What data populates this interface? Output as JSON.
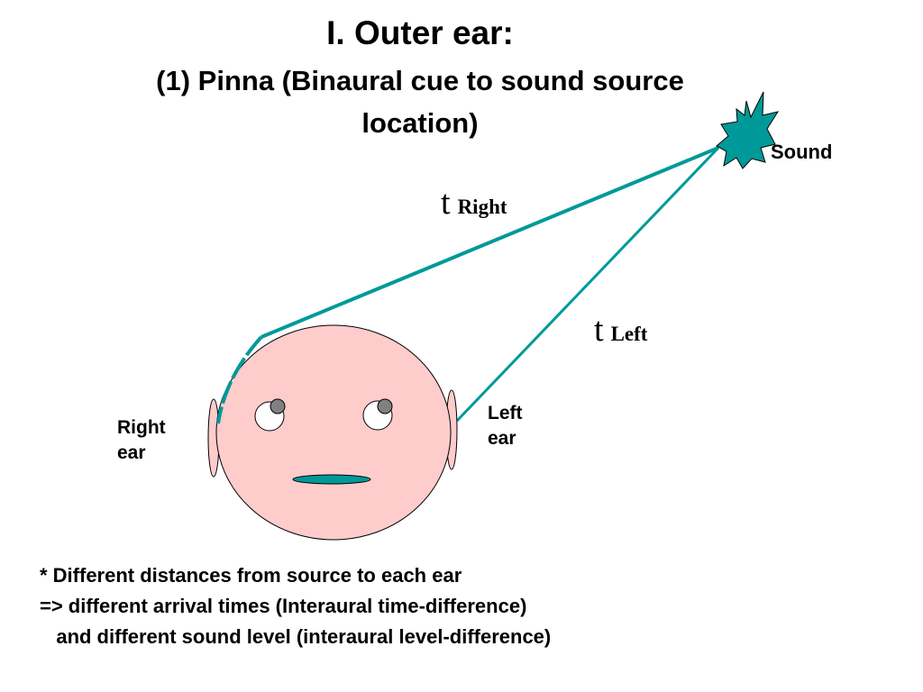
{
  "title": {
    "main": "I. Outer ear:",
    "line1": "(1) Pinna (Binaural cue to sound source",
    "line2": "location)"
  },
  "labels": {
    "sound": "Sound",
    "t_right_t": "t",
    "t_right_sub": "Right",
    "t_left_t": "t",
    "t_left_sub": "Left",
    "right_ear_line1": "Right",
    "right_ear_line2": "ear",
    "left_ear_line1": "Left",
    "left_ear_line2": "ear"
  },
  "notes": [
    "* Different distances from source to each ear",
    "=> different arrival times (Interaural time-difference)",
    "   and different sound level (interaural level-difference)"
  ],
  "colors": {
    "head_fill": "#ffcccc",
    "teal": "#009999",
    "eye_pupil": "#808080"
  },
  "icons": {
    "sound_source": "starburst-icon"
  }
}
